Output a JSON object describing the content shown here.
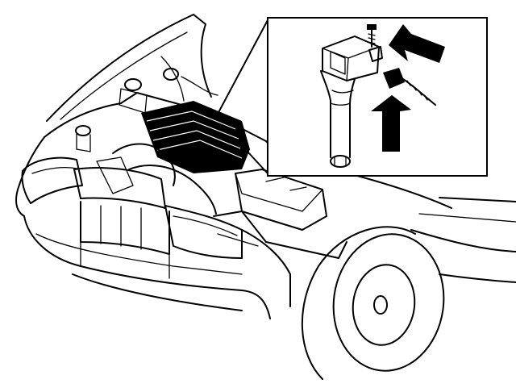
{
  "figure": {
    "subject": "car-front-with-raised-hood",
    "detail_inset": "ignition-coil-with-bolt-and-connector",
    "arrows": [
      "bolt-arrow",
      "connector-arrow"
    ],
    "ink_color": "#000000",
    "paper_color": "#ffffff"
  }
}
